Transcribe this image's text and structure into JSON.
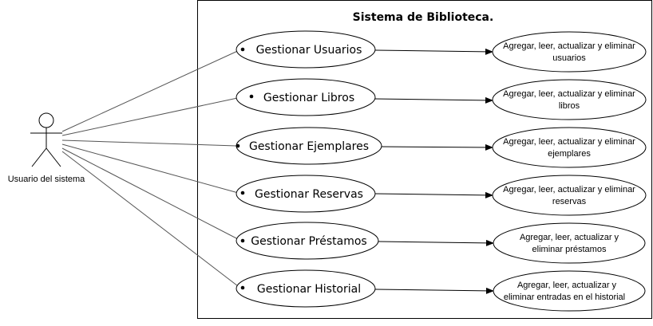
{
  "system": {
    "title": "Sistema de Biblioteca."
  },
  "actor": {
    "name": "Usuario del sistema"
  },
  "use_cases": [
    {
      "label": "Gestionar Usuarios",
      "detail_lines": [
        "Agregar, leer, actualizar y eliminar",
        "usuarios"
      ]
    },
    {
      "label": "Gestionar Libros",
      "detail_lines": [
        "Agregar, leer, actualizar y eliminar",
        "libros"
      ]
    },
    {
      "label": "Gestionar Ejemplares",
      "detail_lines": [
        "Agregar, leer, actualizar y eliminar",
        "ejemplares"
      ]
    },
    {
      "label": "Gestionar Reservas",
      "detail_lines": [
        "Agregar, leer, actualizar y eliminar",
        "reservas"
      ]
    },
    {
      "label": "Gestionar Préstamos",
      "detail_lines": [
        "Agregar, leer, actualizar y",
        "eliminar préstamos"
      ]
    },
    {
      "label": "Gestionar Historial",
      "detail_lines": [
        "Agregar, leer, actualizar y",
        "eliminar entradas en el historial"
      ]
    }
  ]
}
